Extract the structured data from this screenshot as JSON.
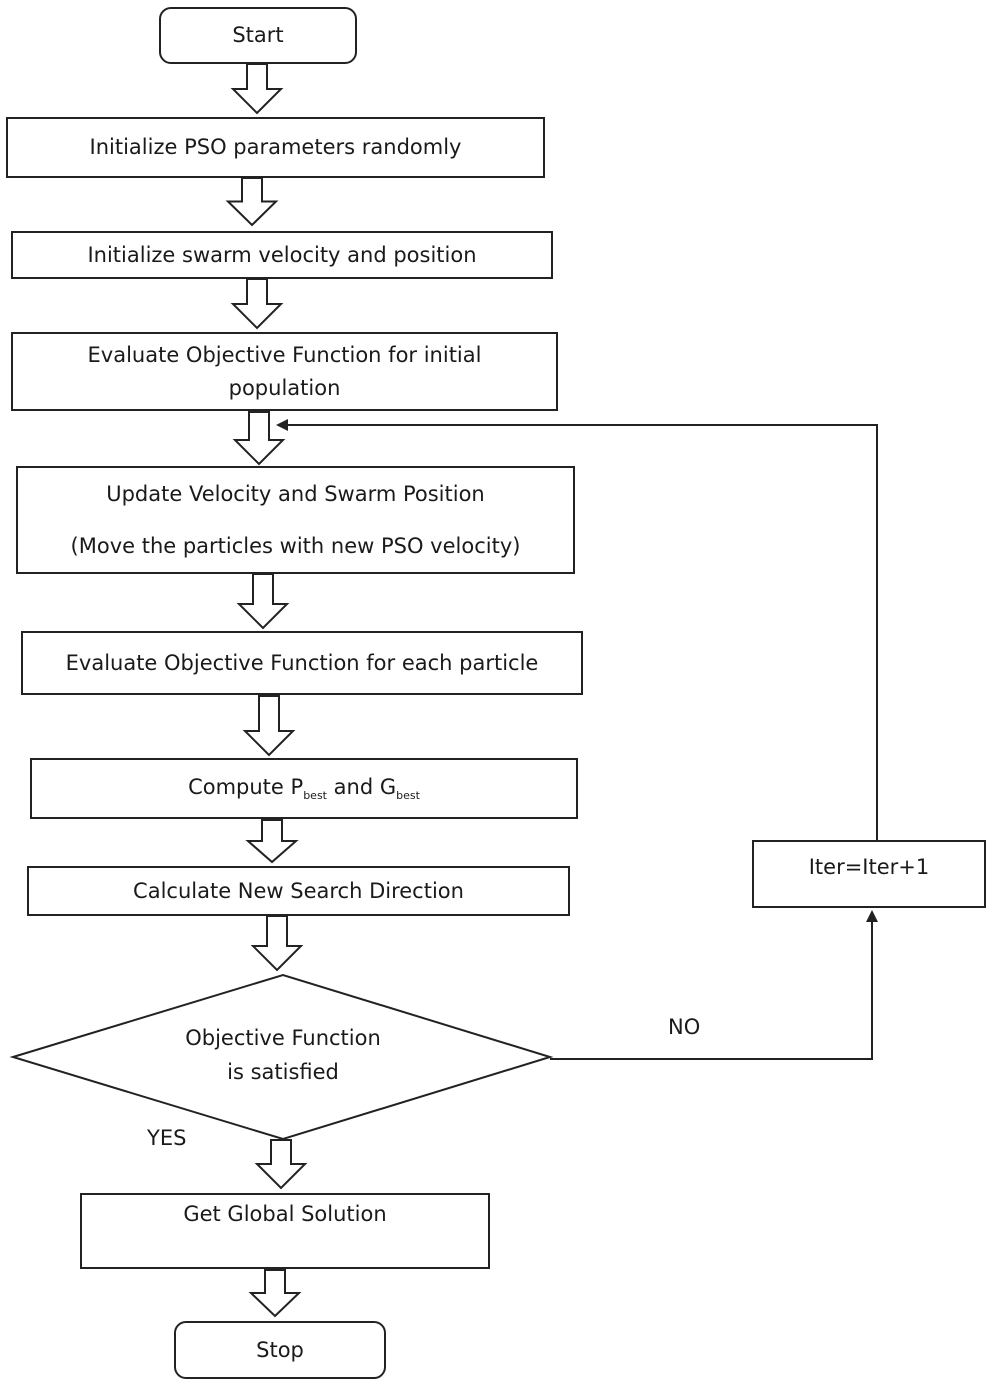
{
  "nodes": {
    "start": "Start",
    "init_params": "Initialize PSO parameters randomly",
    "init_swarm": "Initialize swarm velocity and position",
    "eval_initial": {
      "line1": "Evaluate Objective Function for initial",
      "line2": "population"
    },
    "update": {
      "line1": "Update Velocity and Swarm Position",
      "line2": "(Move the particles with new PSO velocity)"
    },
    "eval_each": "Evaluate Objective Function for each particle",
    "compute": {
      "prefix": "Compute P",
      "pbest_sub": "best",
      "middle": " and G",
      "gbest_sub": "best"
    },
    "calc": "Calculate New Search Direction",
    "decision": {
      "line1": "Objective Function",
      "line2": "is satisfied"
    },
    "global": "Get Global Solution",
    "stop": "Stop",
    "iter": "Iter=Iter+1"
  },
  "labels": {
    "no": "NO",
    "yes": "YES"
  }
}
